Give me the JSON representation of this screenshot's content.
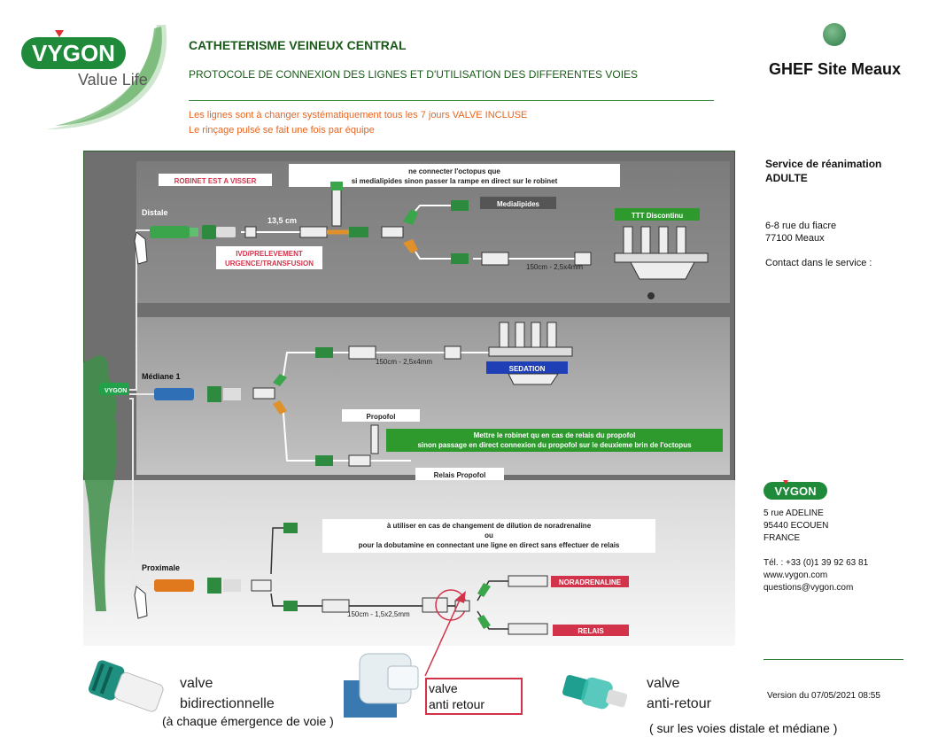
{
  "brand": {
    "logo_text": "VYGON",
    "tagline": "Value Life",
    "green": "#1e8a3a",
    "dark_green": "#1a5a1a",
    "orange": "#e8641e",
    "red": "#d2334a"
  },
  "header": {
    "title": "CATHETERISME VEINEUX CENTRAL",
    "subtitle": "PROTOCOLE DE CONNEXION DES LIGNES ET D'UTILISATION DES DIFFERENTES VOIES",
    "site": "GHEF Site Meaux"
  },
  "warnings": [
    "Les lignes sont à changer systématiquement tous les 7 jours VALVE INCLUSE",
    "Le rinçage pulsé se fait une fois par équipe"
  ],
  "diagram": {
    "distale": {
      "label": "Distale",
      "robinet": "ROBINET EST A VISSER",
      "note_line1": "ne connecter l'octopus que",
      "note_line2": "si medialipides sinon passer la rampe en direct sur le robinet",
      "length": "13,5 cm",
      "ivd_line1": "IVD/PRELEVEMENT",
      "ivd_line2": "URGENCE/TRANSFUSION",
      "medialipides": "Medialipides",
      "ttt": "TTT Discontinu",
      "tube": "150cm - 2,5x4mm"
    },
    "mediane": {
      "label": "Médiane 1",
      "tube": "150cm - 2,5x4mm",
      "sedation": "SEDATION",
      "propofol": "Propofol",
      "note_line1": "Mettre le robinet qu en cas de relais du propofol",
      "note_line2": "sinon passage en direct connexion du propofol sur le deuxieme brin de l'octopus",
      "relais_propofol": "Relais Propofol",
      "body_tag": "VYGON"
    },
    "proximale": {
      "label": "Proximale",
      "note_line1": "à utiliser en cas de changement de dilution de noradrenaline",
      "note_line2": "ou",
      "note_line3": "pour la dobutamine en connectant une ligne en direct sans effectuer de relais",
      "noradrenaline": "NORADRENALINE",
      "relais": "RELAIS",
      "tube": "150cm - 1,5x2,5mm"
    }
  },
  "side": {
    "service_line1": "Service de réanimation",
    "service_line2": "ADULTE",
    "addr1": "6-8 rue du fiacre",
    "addr2": "77100 Meaux",
    "contact": "Contact dans le service :",
    "vygon_logo": "VYGON",
    "vygon_addr1": "5 rue ADELINE",
    "vygon_addr2": "95440 ECOUEN",
    "vygon_addr3": "FRANCE",
    "tel": "Tél. : +33 (0)1 39 92 63 81",
    "web": "www.vygon.com",
    "email": "questions@vygon.com",
    "version": "Version du 07/05/2021 08:55"
  },
  "legend": {
    "bidir_line1": "valve",
    "bidir_line2": "bidirectionnelle",
    "bidir_note": "(à chaque émergence de voie )",
    "antiretour_box_line1": "valve",
    "antiretour_box_line2": "anti retour",
    "antiretour_line1": "valve",
    "antiretour_line2": "anti-retour",
    "antiretour_note": "( sur les voies distale et médiane )"
  }
}
